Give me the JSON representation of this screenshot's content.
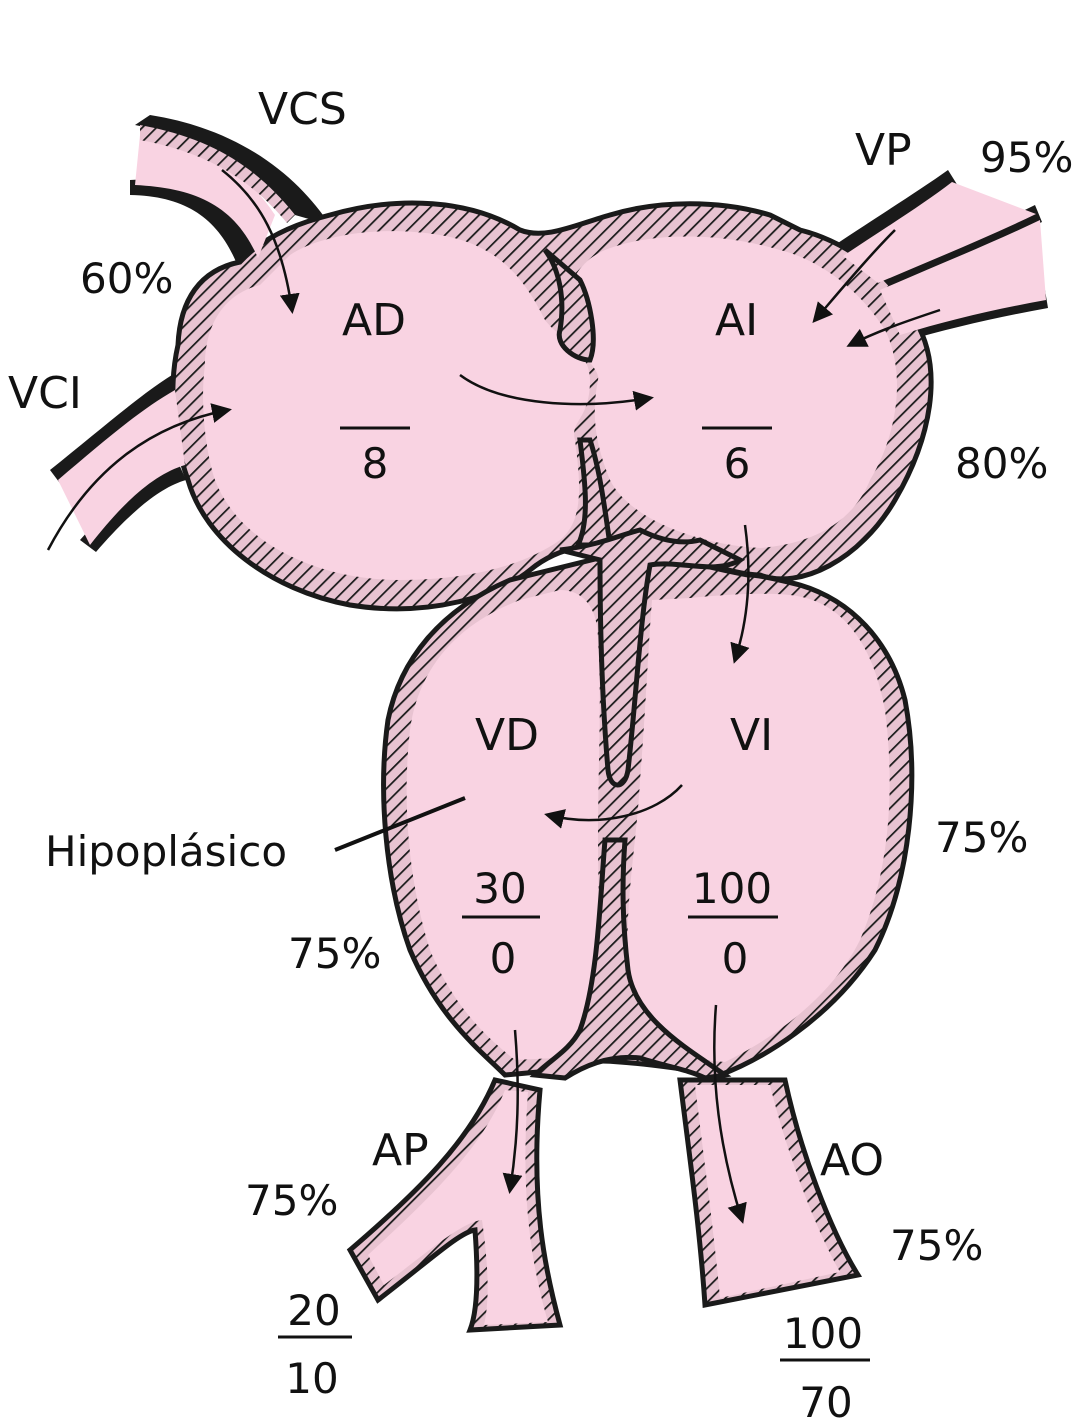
{
  "colors": {
    "blood": "#f9d3e2",
    "wall_stripe": "#e8c3d1",
    "ink": "#111111"
  },
  "vessels": {
    "vcs": "VCS",
    "vci": "VCI",
    "vp": "VP",
    "ap": "AP",
    "ao": "AO"
  },
  "chambers": {
    "ad": {
      "label": "AD",
      "pressure_num": "",
      "pressure_den": "8"
    },
    "ai": {
      "label": "AI",
      "pressure_num": "",
      "pressure_den": "6"
    },
    "vd": {
      "label": "VD",
      "pressure_num": "30",
      "pressure_den": "0"
    },
    "vi": {
      "label": "VI",
      "pressure_num": "100",
      "pressure_den": "0"
    }
  },
  "saturations": {
    "vcs": "60%",
    "vp": "95%",
    "ai": "80%",
    "vi": "75%",
    "vd": "75%",
    "ap": "75%",
    "ao": "75%"
  },
  "great_artery_pressures": {
    "ap": {
      "num": "20",
      "den": "10"
    },
    "ao": {
      "num": "100",
      "den": "70"
    }
  },
  "annotation": "Hipoplásico"
}
